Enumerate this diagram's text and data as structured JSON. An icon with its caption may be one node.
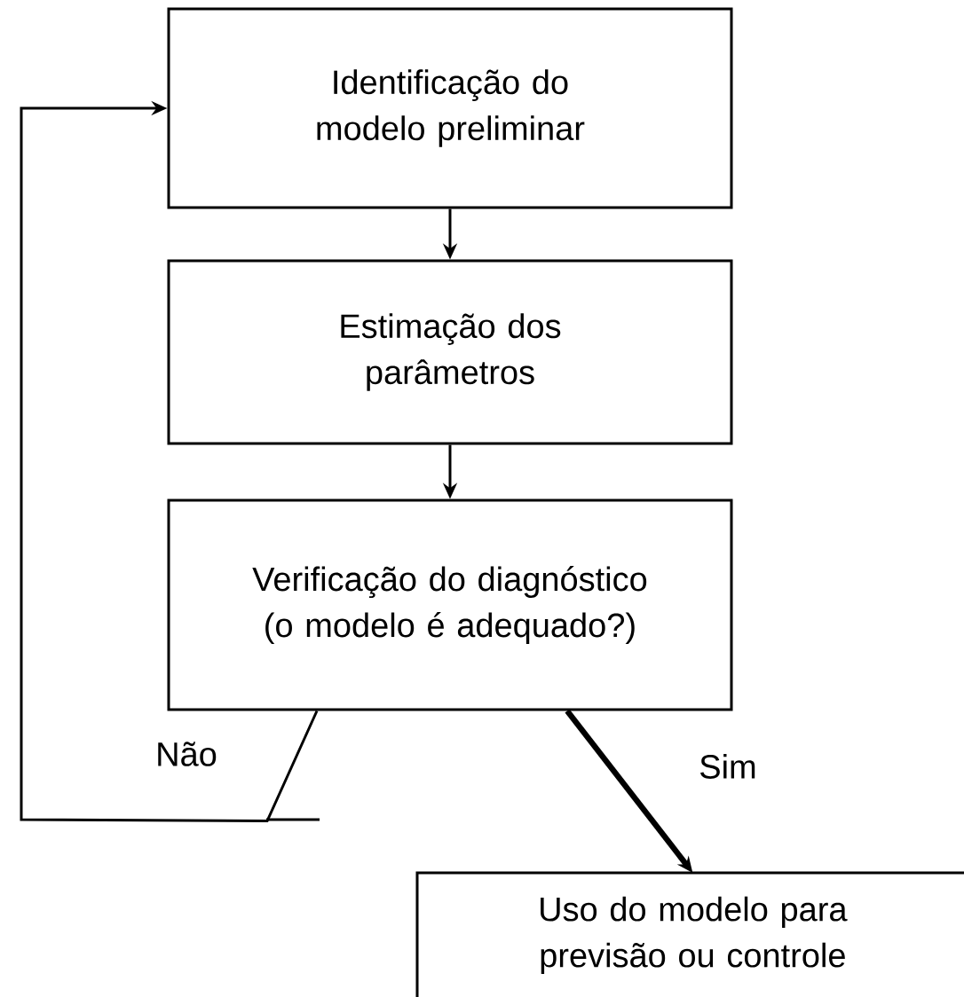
{
  "diagram": {
    "nodes": [
      {
        "text": [
          "Identificação do modelo preliminar"
        ]
      },
      {
        "text": [
          "Estimação dos parâmetros"
        ]
      },
      {
        "text": [
          "Verificação do diagnóstico (o modelo é adequado?)"
        ]
      },
      {
        "text": [
          "Uso do modelo para previsão ou controle"
        ]
      }
    ],
    "edges": [
      {
        "from": 0,
        "to": 1,
        "arrow": "to"
      },
      {
        "from": 1,
        "to": 2,
        "arrow": "to"
      },
      {
        "from": 2,
        "to": 3,
        "arrow": "to",
        "label": "Sim",
        "style": "thick"
      },
      {
        "from": 2,
        "to": 0,
        "arrow": "to",
        "label": "Não"
      }
    ]
  }
}
